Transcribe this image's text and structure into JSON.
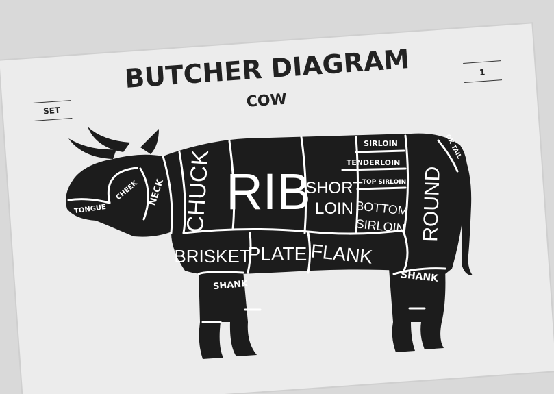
{
  "poster": {
    "title": "BUTCHER DIAGRAM",
    "subtitle": "COW",
    "set_label": "SET",
    "set_number": "1",
    "paper_color": "#ececec",
    "ink_color": "#1c1c1c",
    "line_color": "#ffffff"
  },
  "cuts": {
    "tongue": "TONGUE",
    "cheek": "CHEEK",
    "neck": "NECK",
    "chuck": "CHUCK",
    "rib": "RIB",
    "brisket": "BRISKET",
    "plate": "PLATE",
    "shank_front": "SHANK",
    "sirloin": "SIRLOIN",
    "tenderloin": "TENDERLOIN",
    "top_sirloin": "TOP SIRLOIN",
    "short_loin_1": "SHORT",
    "short_loin_2": "LOIN",
    "bottom_sirloin_1": "BOTTOM",
    "bottom_sirloin_2": "SIRLOIN",
    "round": "ROUND",
    "ox_tail": "OX TAIL",
    "flank": "FLANK",
    "shank_rear": "SHANK"
  }
}
